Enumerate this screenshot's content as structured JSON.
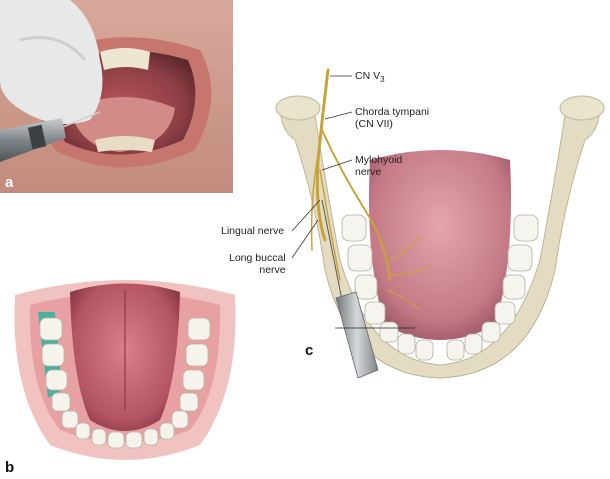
{
  "panels": {
    "a": {
      "letter": "a"
    },
    "b": {
      "letter": "b"
    },
    "c": {
      "letter": "c"
    }
  },
  "labels": {
    "cn_v3_prefix": "CN V",
    "cn_v3_sub": "3",
    "chorda_line1": "Chorda tympani",
    "chorda_line2": "(CN VII)",
    "mylohyoid_line1": "Mylohyoid",
    "mylohyoid_line2": "nerve",
    "lingual": "Lingual nerve",
    "long_buccal_line1": "Long buccal",
    "long_buccal_line2": "nerve"
  },
  "colors": {
    "skin": "#d9a79a",
    "lip": "#c9746b",
    "glove": "#e6e6e6",
    "tongue": "#c9868f",
    "tongue_dark": "#a45361",
    "bone": "#e4dcc1",
    "nerve": "#c9a33a",
    "tooth": "#f3f1ea",
    "anesthesia": "#2fb3a0",
    "syringe": "#9aa0a3"
  }
}
